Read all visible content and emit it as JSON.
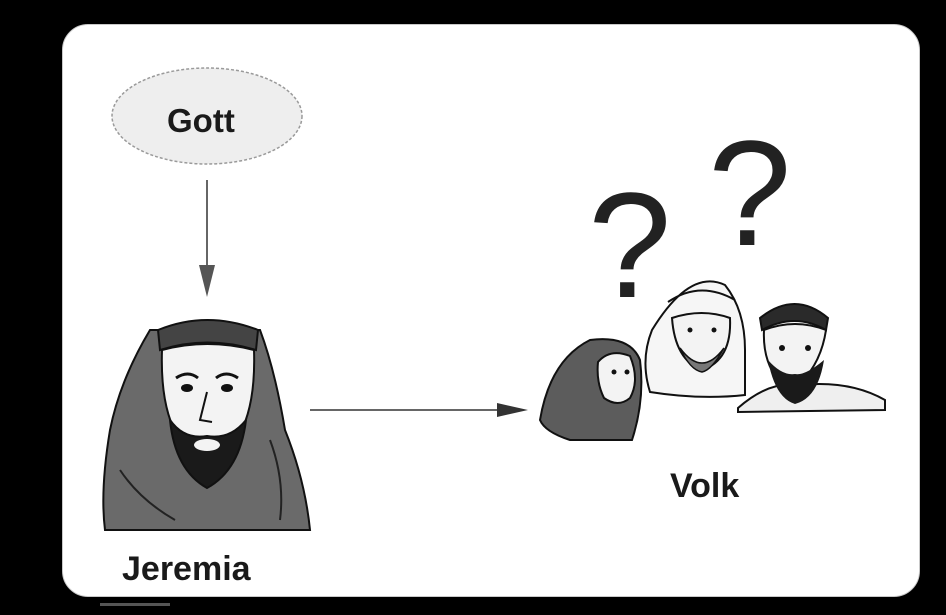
{
  "nodes": {
    "gott": "Gott",
    "jeremia": "Jeremia",
    "volk": "Volk"
  },
  "symbols": {
    "question_mark_left": "?",
    "question_mark_right": "?"
  },
  "colors": {
    "background": "#000000",
    "card": "#ffffff",
    "ellipse_fill": "#eeeeee",
    "ink": "#1a1a1a"
  }
}
